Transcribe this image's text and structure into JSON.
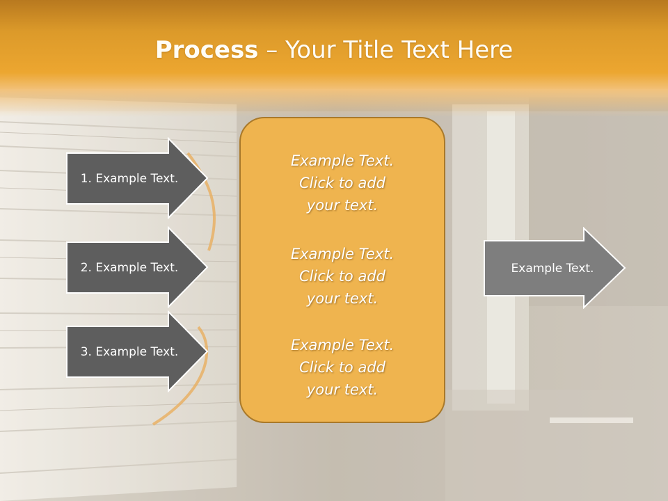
{
  "title": {
    "bold": "Process",
    "rest": " – Your Title Text Here"
  },
  "left_arrows": [
    {
      "label": "1. Example Text."
    },
    {
      "label": "2. Example Text."
    },
    {
      "label": "3. Example Text."
    }
  ],
  "center_box": {
    "paragraphs": [
      {
        "line1": "Example Text.",
        "line2": "Click  to add",
        "line3": "your text."
      },
      {
        "line1": "Example Text.",
        "line2": "Click  to add",
        "line3": "your text."
      },
      {
        "line1": "Example Text.",
        "line2": "Click  to add",
        "line3": "your text."
      }
    ]
  },
  "right_arrow": {
    "label": "Example Text."
  },
  "colors": {
    "header_band": "#e9a12a",
    "left_arrow_fill": "#5e5e5e",
    "right_arrow_fill": "#7e7e7e",
    "center_box_fill": "#efb44f",
    "center_box_border": "#a9792a"
  }
}
